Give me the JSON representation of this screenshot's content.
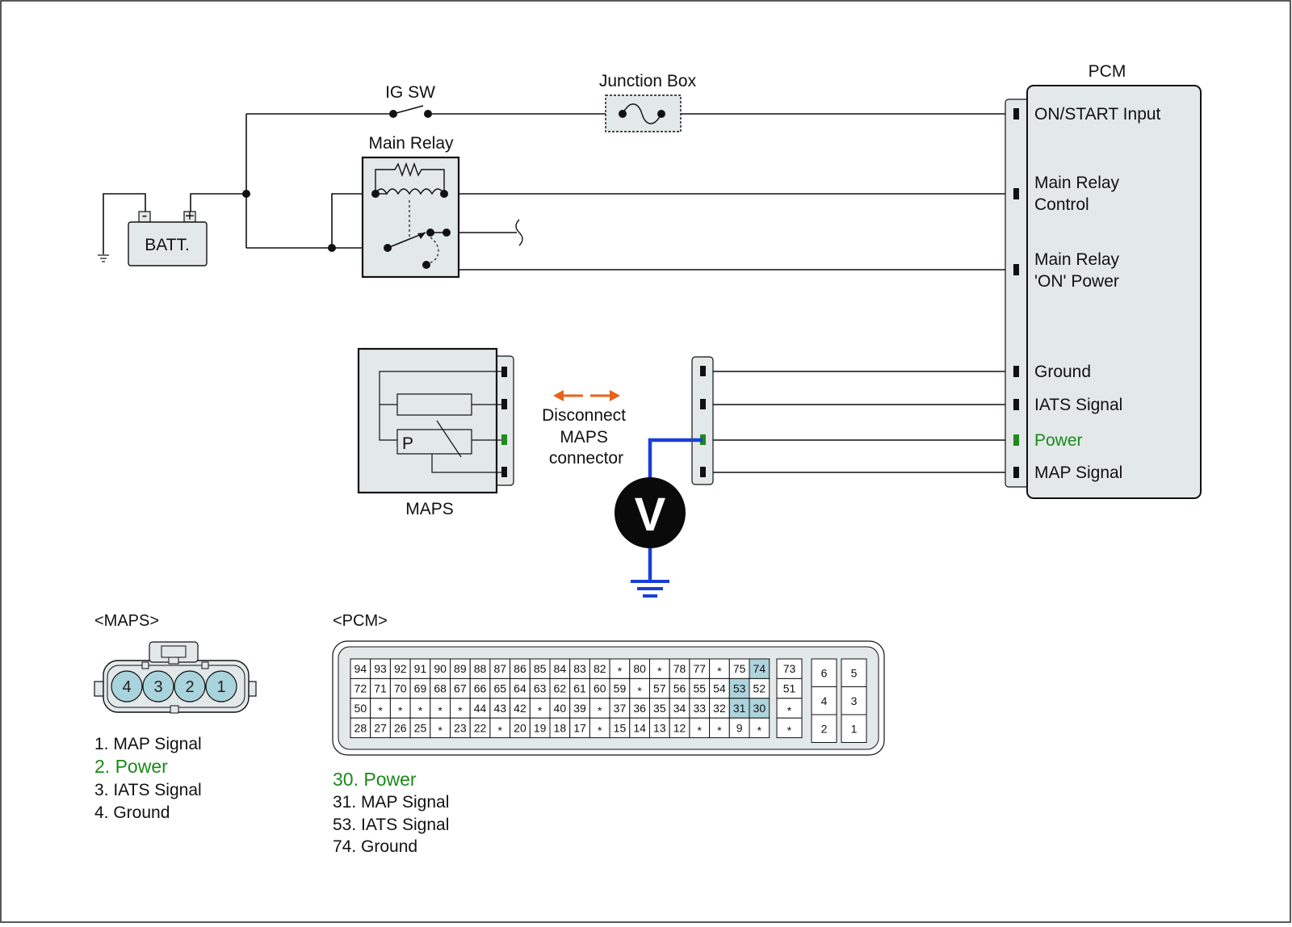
{
  "labels": {
    "ig_sw": "IG SW",
    "junction_box": "Junction Box",
    "main_relay": "Main Relay",
    "batt": "BATT.",
    "batt_minus": "-",
    "batt_plus": "+",
    "pcm": "PCM",
    "maps": "MAPS",
    "voltmeter": "V",
    "sensor_p": "P"
  },
  "disconnect_note": [
    "Disconnect",
    "MAPS",
    "connector"
  ],
  "pcm_pins": [
    {
      "lines": [
        "ON/START Input"
      ],
      "color": "#111111"
    },
    {
      "lines": [
        "Main Relay",
        "Control"
      ],
      "color": "#111111"
    },
    {
      "lines": [
        "Main Relay",
        "'ON' Power"
      ],
      "color": "#111111"
    },
    {
      "lines": [
        "Ground"
      ],
      "color": "#111111"
    },
    {
      "lines": [
        "IATS Signal"
      ],
      "color": "#111111"
    },
    {
      "lines": [
        "Power"
      ],
      "color": "#1a8a1a"
    },
    {
      "lines": [
        "MAP Signal"
      ],
      "color": "#111111"
    }
  ],
  "maps_connector": {
    "title": "<MAPS>",
    "pins": [
      "4",
      "3",
      "2",
      "1"
    ],
    "legend": [
      {
        "text": "1. MAP Signal",
        "highlight": false
      },
      {
        "text": "2. Power",
        "highlight": true
      },
      {
        "text": "3. IATS Signal",
        "highlight": false
      },
      {
        "text": "4. Ground",
        "highlight": false
      }
    ]
  },
  "pcm_connector": {
    "title": "<PCM>",
    "main_rows": [
      [
        "94",
        "93",
        "92",
        "91",
        "90",
        "89",
        "88",
        "87",
        "86",
        "85",
        "84",
        "83",
        "82",
        "*",
        "80",
        "*",
        "78",
        "77",
        "*",
        "75",
        "74"
      ],
      [
        "72",
        "71",
        "70",
        "69",
        "68",
        "67",
        "66",
        "65",
        "64",
        "63",
        "62",
        "61",
        "60",
        "59",
        "*",
        "57",
        "56",
        "55",
        "54",
        "53",
        "52"
      ],
      [
        "50",
        "*",
        "*",
        "*",
        "*",
        "*",
        "44",
        "43",
        "42",
        "*",
        "40",
        "39",
        "*",
        "37",
        "36",
        "35",
        "34",
        "33",
        "32",
        "31",
        "30"
      ],
      [
        "28",
        "27",
        "26",
        "25",
        "*",
        "23",
        "22",
        "*",
        "20",
        "19",
        "18",
        "17",
        "*",
        "15",
        "14",
        "13",
        "12",
        "*",
        "*",
        "9",
        "*"
      ]
    ],
    "side_column": [
      "73",
      "51",
      "*",
      "*"
    ],
    "right_block": [
      [
        "6",
        "5"
      ],
      [
        "4",
        "3"
      ],
      [
        "2",
        "1"
      ]
    ],
    "highlighted": [
      "74",
      "53",
      "31",
      "30"
    ],
    "legend": [
      {
        "text": "30. Power",
        "highlight": true
      },
      {
        "text": "31. MAP Signal",
        "highlight": false
      },
      {
        "text": "53. IATS Signal",
        "highlight": false
      },
      {
        "text": "74. Ground",
        "highlight": false
      }
    ]
  },
  "colors": {
    "wire": "#111111",
    "highlight_text": "#1a8a1a",
    "probe_wire": "#1a3fd6",
    "arrow": "#e8621a",
    "panel_fill": "#e3e8e8",
    "pin_fill": "#a9d3dd",
    "cell_highlight": "#aed4dd",
    "terminal_green": "#1f8a1f"
  }
}
